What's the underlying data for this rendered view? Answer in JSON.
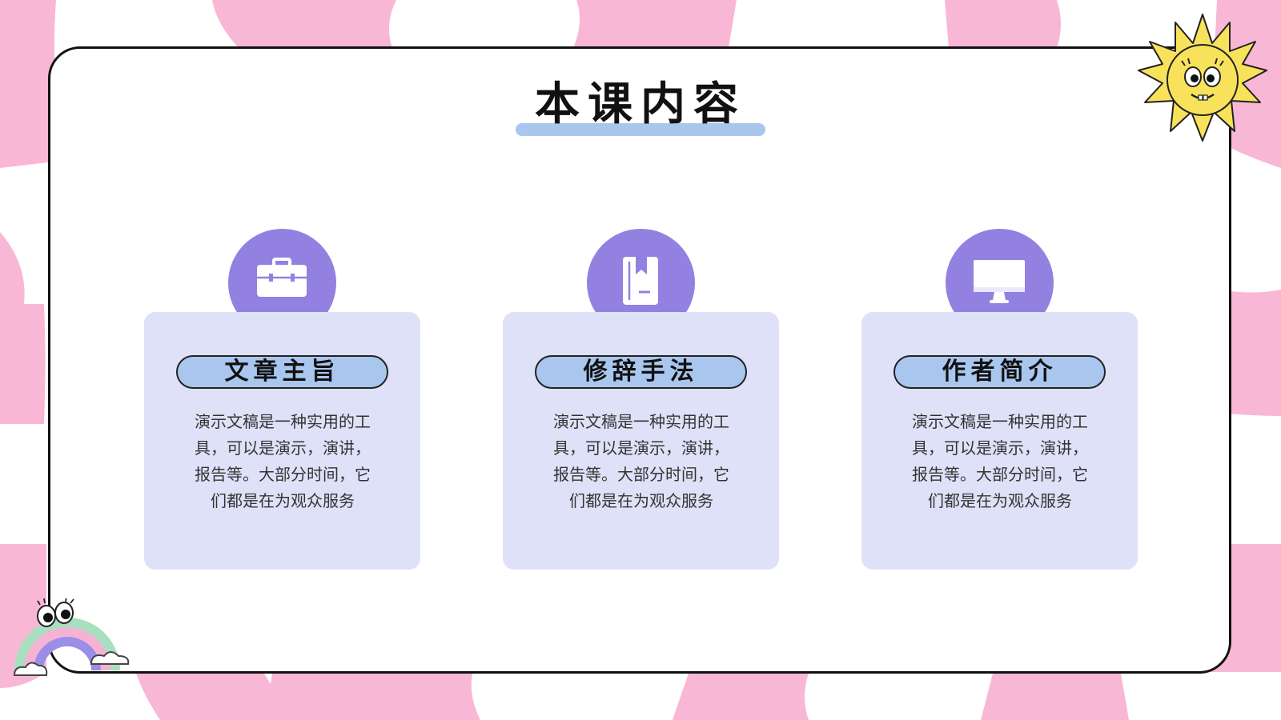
{
  "slide": {
    "title": "本课内容"
  },
  "cards": [
    {
      "icon": "briefcase-icon",
      "heading": "文章主旨",
      "text": "演示文稿是一种实用的工具，可以是演示，演讲，报告等。大部分时间，它们都是在为观众服务"
    },
    {
      "icon": "bookmark-book-icon",
      "heading": "修辞手法",
      "text": "演示文稿是一种实用的工具，可以是演示，演讲，报告等。大部分时间，它们都是在为观众服务"
    },
    {
      "icon": "monitor-icon",
      "heading": "作者简介",
      "text": "演示文稿是一种实用的工具，可以是演示，演讲，报告等。大部分时间，它们都是在为观众服务"
    }
  ],
  "colors": {
    "background_pattern": "#f9b7d6",
    "card": "#dfe1f8",
    "icon_circle": "#9281e0",
    "pill": "#a9c6ee",
    "outline": "#111111",
    "sun": "#f8e25b"
  },
  "decorations": [
    "sun-character-icon",
    "rainbow-character-icon"
  ]
}
